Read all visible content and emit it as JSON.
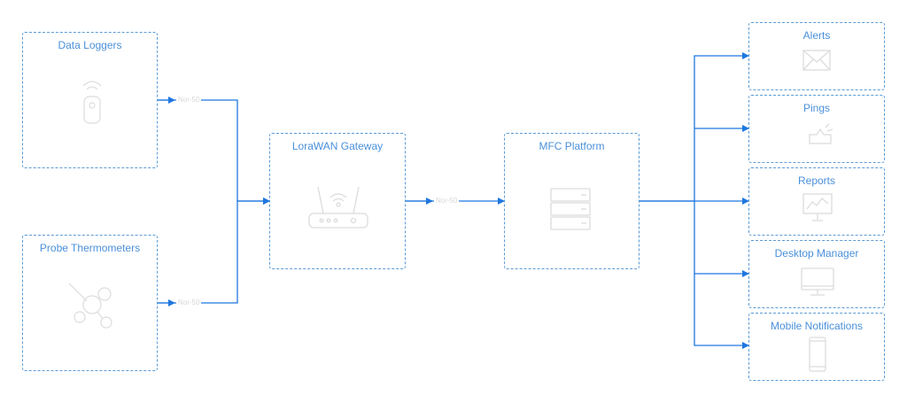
{
  "nodes": {
    "data_loggers": "Data Loggers",
    "probe_thermometers": "Probe Thermometers",
    "gateway": "LoraWAN Gateway",
    "platform": "MFC Platform",
    "alerts": "Alerts",
    "pings": "Pings",
    "reports": "Reports",
    "desktop_manager": "Desktop Manager",
    "mobile_notifications": "Mobile Notifications"
  },
  "edges": {
    "data_loggers_to_gateway": "Nor-50",
    "probe_thermometers_to_gateway": "Nor-50",
    "gateway_to_platform": "Nor-50"
  },
  "colors": {
    "accent": "#1f77e0",
    "border": "#5b9bd5",
    "title": "#4a90d9",
    "icon_faint": "#dcdcdc"
  },
  "icons": {
    "data_loggers": "wifi-sensor-icon",
    "probe_thermometers": "thermometer-probe-icon",
    "gateway": "router-icon",
    "platform": "server-icon",
    "alerts": "envelope-icon",
    "pings": "notification-icon",
    "reports": "chart-board-icon",
    "desktop_manager": "monitor-icon",
    "mobile_notifications": "phone-icon"
  }
}
